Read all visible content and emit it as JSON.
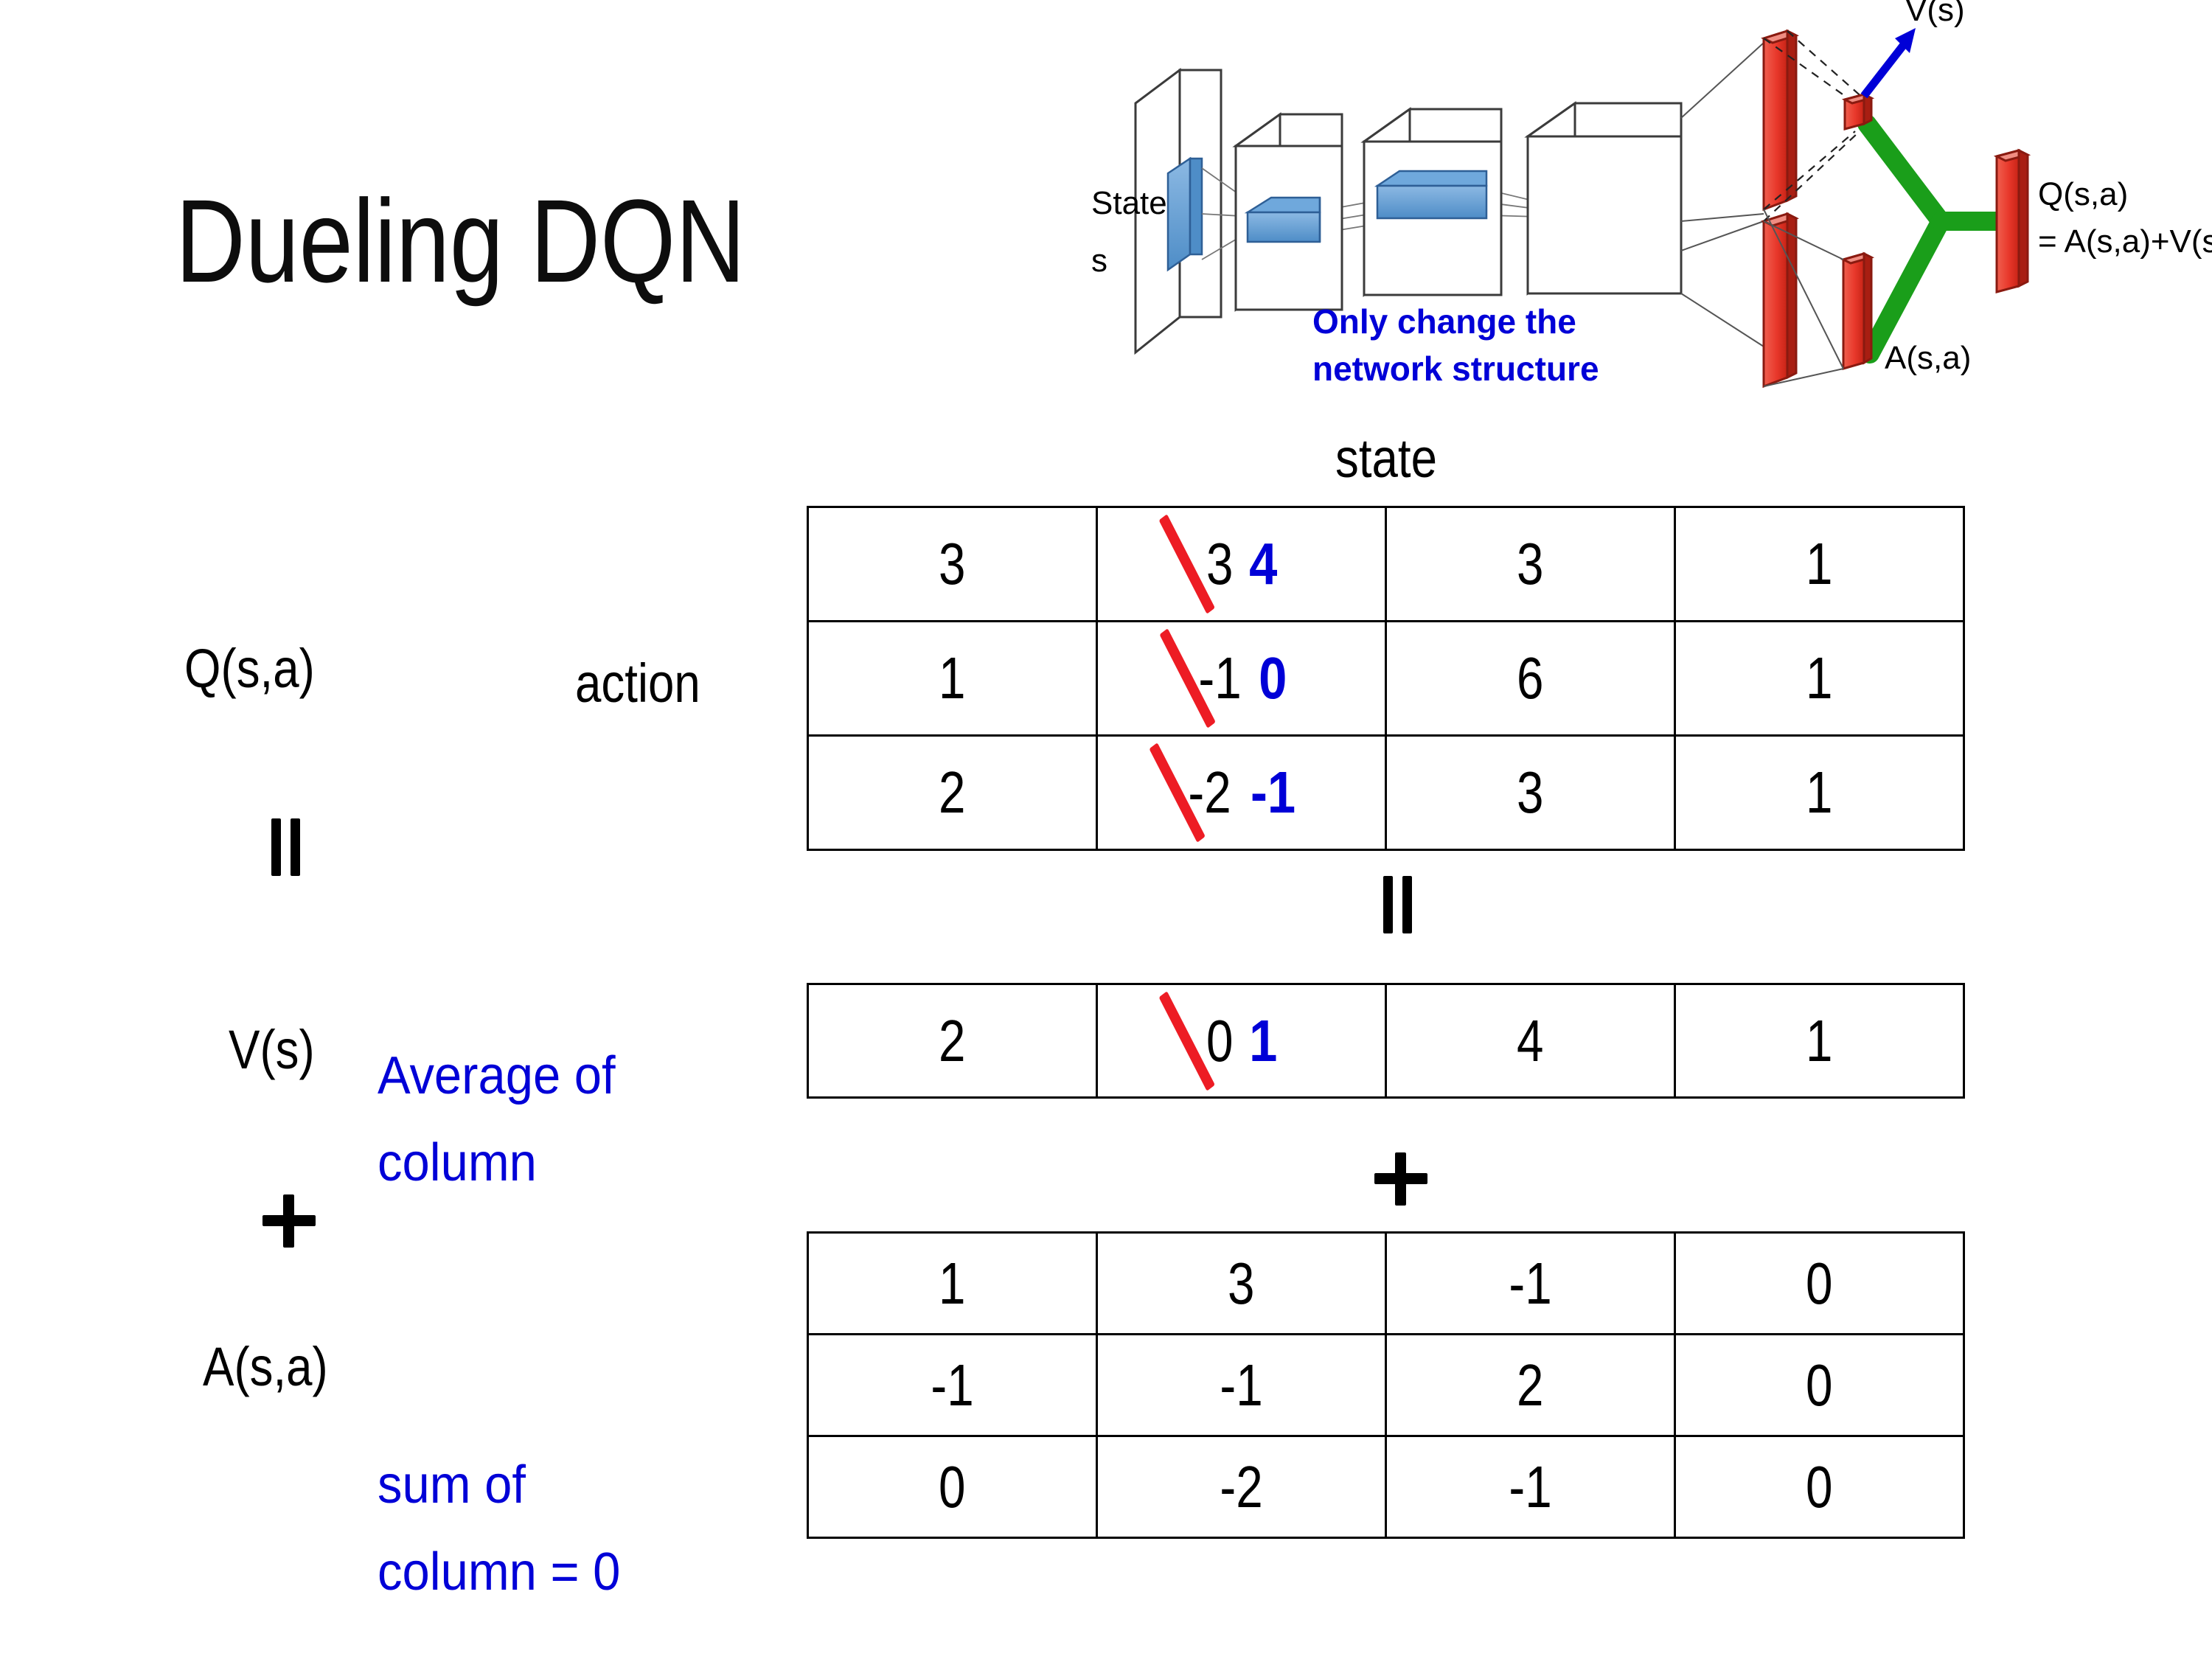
{
  "title": "Dueling DQN",
  "figure": {
    "input_label_line1": "State",
    "input_label_line2": "s",
    "note": "Only change the\nnetwork structure",
    "note_line1": "Only change the",
    "note_line2": "network structure",
    "value_stream_label": "V(s)",
    "advantage_stream_label": "A(s,a)",
    "output_label_line1": "Q(s,a)",
    "output_label_line2": "= A(s,a)+V(s)",
    "colors": {
      "filter_blue": "#5B9BD5",
      "fc_red": "#E8382B",
      "merge_green": "#1A9E1A",
      "arrow_blue": "#0000D7",
      "note_blue": "#0000D7"
    }
  },
  "axis_labels": {
    "columns": "state",
    "rows": "action"
  },
  "sections": {
    "q": {
      "label": "Q(s,a)",
      "operator_below": "="
    },
    "v": {
      "label": "V(s)",
      "note_line1": "Average of",
      "note_line2": "column",
      "operator_below": "+"
    },
    "a": {
      "label": "A(s,a)",
      "note_line1": "sum of",
      "note_line2": "column = 0"
    }
  },
  "operators": {
    "between_q_and_v": "=",
    "between_v_and_a": "+"
  },
  "chart_data": {
    "type": "table",
    "title": "Dueling DQN",
    "xlabel": "state",
    "ylabel": "action",
    "edit_colors": {
      "strikethrough": "#ED1C24",
      "new_value": "#0000D7"
    },
    "tables": [
      {
        "name": "Q(s,a)",
        "rows": 3,
        "cols": 4,
        "values": [
          [
            "3",
            "3",
            "3",
            "1"
          ],
          [
            "1",
            "-1",
            "6",
            "1"
          ],
          [
            "2",
            "-2",
            "3",
            "1"
          ]
        ],
        "edits": [
          {
            "row": 0,
            "col": 1,
            "old": "3",
            "new": "4"
          },
          {
            "row": 1,
            "col": 1,
            "old": "-1",
            "new": "0"
          },
          {
            "row": 2,
            "col": 1,
            "old": "-2",
            "new": "-1"
          }
        ]
      },
      {
        "name": "V(s)",
        "rows": 1,
        "cols": 4,
        "values": [
          [
            "2",
            "0",
            "4",
            "1"
          ]
        ],
        "edits": [
          {
            "row": 0,
            "col": 1,
            "old": "0",
            "new": "1"
          }
        ]
      },
      {
        "name": "A(s,a)",
        "rows": 3,
        "cols": 4,
        "values": [
          [
            "1",
            "3",
            "-1",
            "0"
          ],
          [
            "-1",
            "-1",
            "2",
            "0"
          ],
          [
            "0",
            "-2",
            "-1",
            "0"
          ]
        ],
        "edits": []
      }
    ]
  }
}
